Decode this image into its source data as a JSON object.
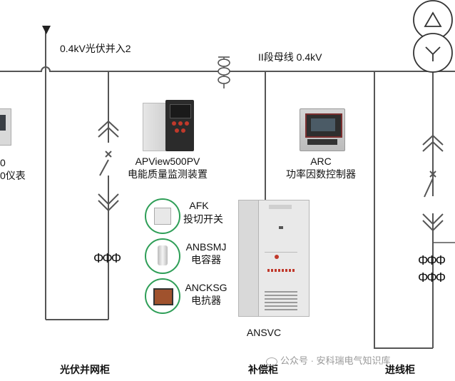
{
  "labels": {
    "pv_incoming": "0.4kV光伏并入2",
    "busbar": "II段母线 0.4kV",
    "meter_top": "0",
    "meter_bottom": "0仪表",
    "apview_model": "APView500PV",
    "apview_desc": "电能质量监测装置",
    "arc_model": "ARC",
    "arc_desc": "功率因数控制器",
    "afk_model": "AFK",
    "afk_desc": "投切开关",
    "anbsmj_model": "ANBSMJ",
    "anbsmj_desc": "电容器",
    "anck_model": "ANCKSG",
    "anck_desc": "电抗器",
    "ansvc": "ANSVC",
    "cab_pv": "光伏并网柜",
    "cab_comp": "补偿柜",
    "cab_in": "进线柜",
    "ct_symbol_left": "ΦΦΦ",
    "ct_symbol_right_1": "ΦΦΦ",
    "ct_symbol_right_2": "ΦΦΦ",
    "watermark": "公众号 · 安科瑞电气知识库"
  },
  "colors": {
    "line": "#555555",
    "accent": "#2e9e57",
    "panel": "#e5e5e5",
    "device_dark": "#2b2b2b"
  }
}
